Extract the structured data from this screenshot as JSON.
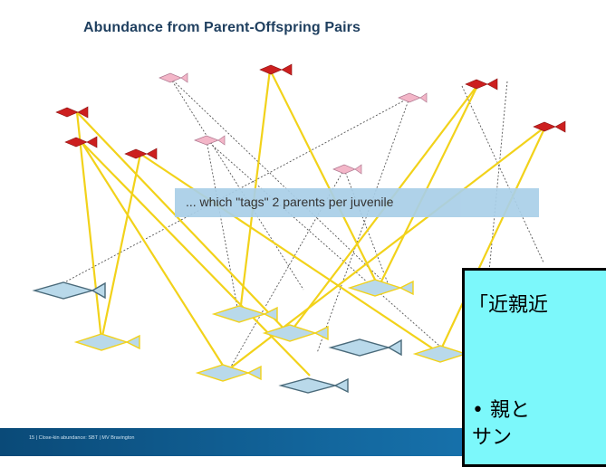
{
  "slide": {
    "title": "Abundance from Parent-Offspring Pairs",
    "banner_text": "... which \"tags\" 2 parents per juvenile",
    "footer_text": "15  |  Close-kin abundance: SBT  |  MV Bravington"
  },
  "callout": {
    "title": "「近親近",
    "bullet_line1": "•  親と",
    "bullet_line2": "    サン"
  },
  "colors": {
    "adult_fish": "#cc1f1f",
    "sampled_adult_fish": "#f3b6c8",
    "juvenile_fish_fill": "#b9d9ea",
    "parent_link": "#f2d21a",
    "unsampled_link": "#555555",
    "callout_bg": "#7cf8fb",
    "footer": "#0a4a78",
    "banner": "#a9cfe8"
  }
}
